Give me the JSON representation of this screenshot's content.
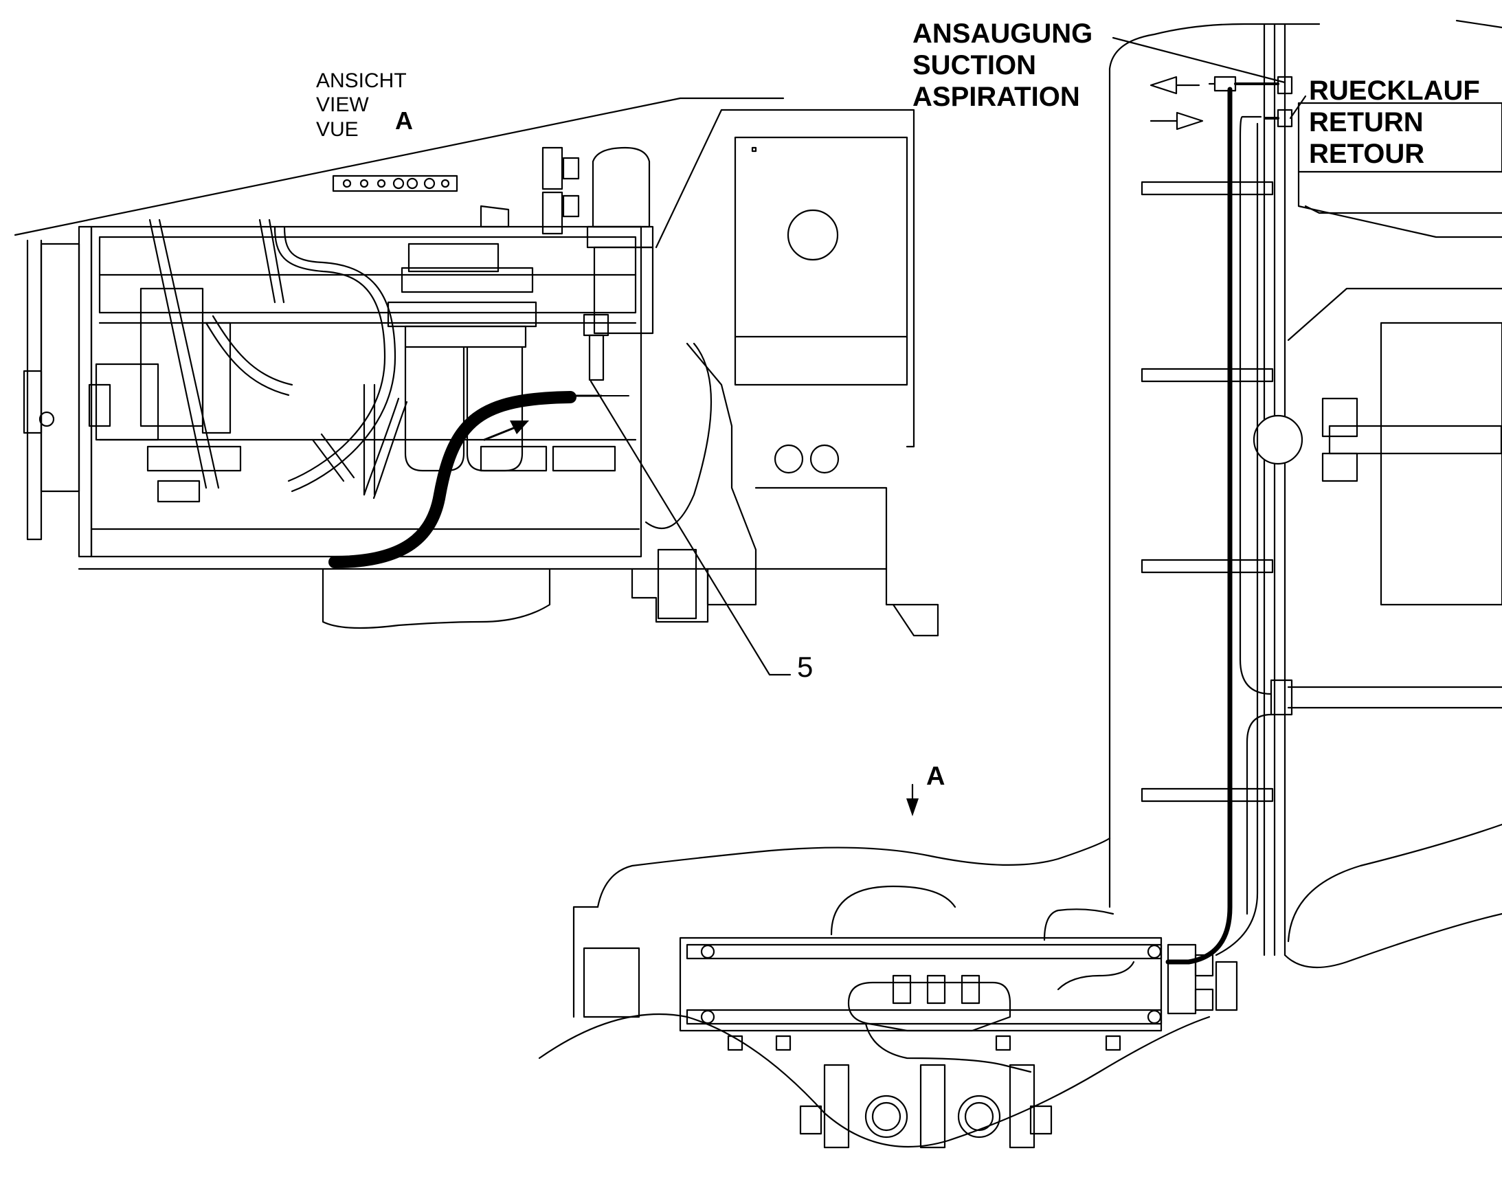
{
  "view_label": {
    "lines": [
      "ANSICHT",
      "VIEW",
      "VUE"
    ],
    "letter": "A"
  },
  "suction_label": [
    "ANSAUGUNG",
    "SUCTION",
    "ASPIRATION"
  ],
  "return_label": [
    "RUECKLAUF",
    "RETURN",
    "RETOUR"
  ],
  "callout_number": "5",
  "section_marker": "A",
  "colors": {
    "line": "#000000",
    "background": "#ffffff"
  }
}
